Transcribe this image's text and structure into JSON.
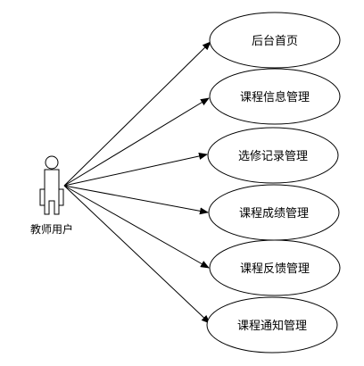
{
  "actor": {
    "label": "教师用户"
  },
  "use_cases": [
    {
      "label": "后台首页"
    },
    {
      "label": "课程信息管理"
    },
    {
      "label": "选修记录管理"
    },
    {
      "label": "课程成绩管理"
    },
    {
      "label": "课程反馈管理"
    },
    {
      "label": "课程通知管理"
    }
  ]
}
